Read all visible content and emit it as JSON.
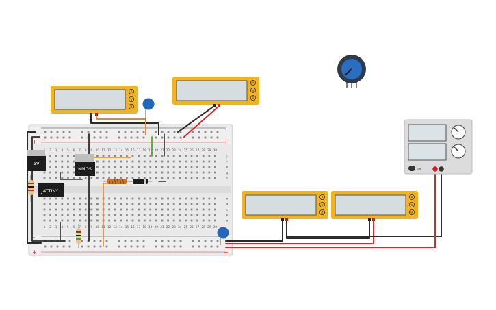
{
  "components": {
    "regulator_label": "5V",
    "mosfet_label": "NMOS",
    "mcu_label": "ATTINY"
  },
  "multimeter": {
    "mode_a": "A",
    "mode_v": "V",
    "mode_r": "R"
  },
  "power_supply": {
    "off_label": "off"
  },
  "breadboard": {
    "plus": "+",
    "minus": "-",
    "row_letters_top": [
      "j",
      "i",
      "h",
      "g",
      "f"
    ],
    "row_letters_bottom": [
      "e",
      "d",
      "c",
      "b",
      "a"
    ],
    "column_numbers": [
      "1",
      "2",
      "3",
      "4",
      "5",
      "6",
      "7",
      "8",
      "9",
      "10",
      "11",
      "12",
      "13",
      "14",
      "15",
      "16",
      "17",
      "18",
      "19",
      "20",
      "21",
      "22",
      "23",
      "24",
      "25",
      "26",
      "27",
      "28",
      "29",
      "30"
    ]
  },
  "colors": {
    "meter_body": "#f0b323",
    "meter_screen": "#d5dde0",
    "board": "#e9e9e9",
    "wire_black": "#2b2b2b",
    "wire_red": "#d42a26",
    "wire_orange": "#e38a1c",
    "wire_green": "#4ca82e",
    "capacitor": "#2467b6",
    "knob": "#2a6fbf"
  },
  "icons": [
    "potentiometer-icon",
    "capacitor-icon",
    "resistor-icon",
    "inductor-icon",
    "diode-icon"
  ]
}
